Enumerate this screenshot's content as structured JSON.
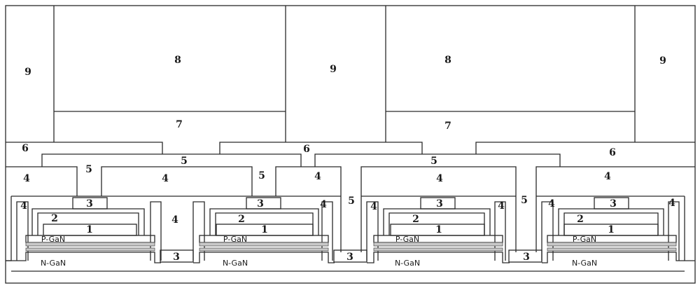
{
  "diagram": {
    "region_labels": {
      "bonding_pad": "9",
      "top_electrode": "8",
      "top_metal": "7",
      "passivation": "6",
      "via_metal": "5",
      "insulation": "4",
      "contact": "3",
      "reflector": "2",
      "p_electrode": "1"
    },
    "layers": {
      "p_gan": "P-GaN",
      "n_gan": "N-GaN"
    }
  }
}
